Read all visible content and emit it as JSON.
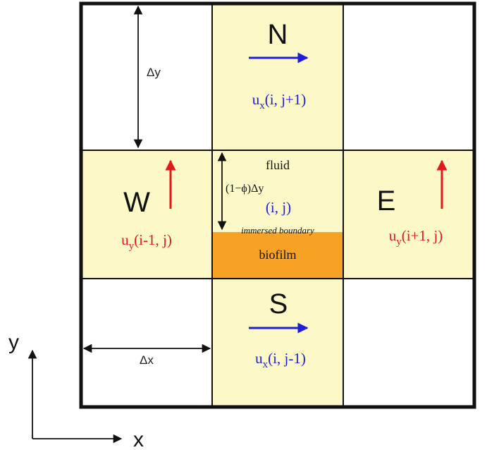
{
  "cells": {
    "north": {
      "label": "N",
      "velocity": "u",
      "sub": "x",
      "index": "(i, j+1)"
    },
    "south": {
      "label": "S",
      "velocity": "u",
      "sub": "x",
      "index": "(i, j-1)"
    },
    "west": {
      "label": "W",
      "velocity": "u",
      "sub": "y",
      "index": "(i-1, j)"
    },
    "east": {
      "label": "E",
      "velocity": "u",
      "sub": "y",
      "index": "(i+1, j)"
    },
    "center": {
      "fluid": "fluid",
      "height": "(1−ϕ)Δy",
      "index": "(i, j)",
      "boundary": "immersed boundary",
      "biofilm": "biofilm"
    }
  },
  "dimensions": {
    "dy": "Δy",
    "dx": "Δx"
  },
  "axes": {
    "x": "x",
    "y": "y"
  },
  "colors": {
    "cell_fill": "#fcf8c8",
    "biofilm": "#f7a224",
    "blue": "#1f1fd6",
    "red": "#e01b1b",
    "grid": "#111111"
  }
}
